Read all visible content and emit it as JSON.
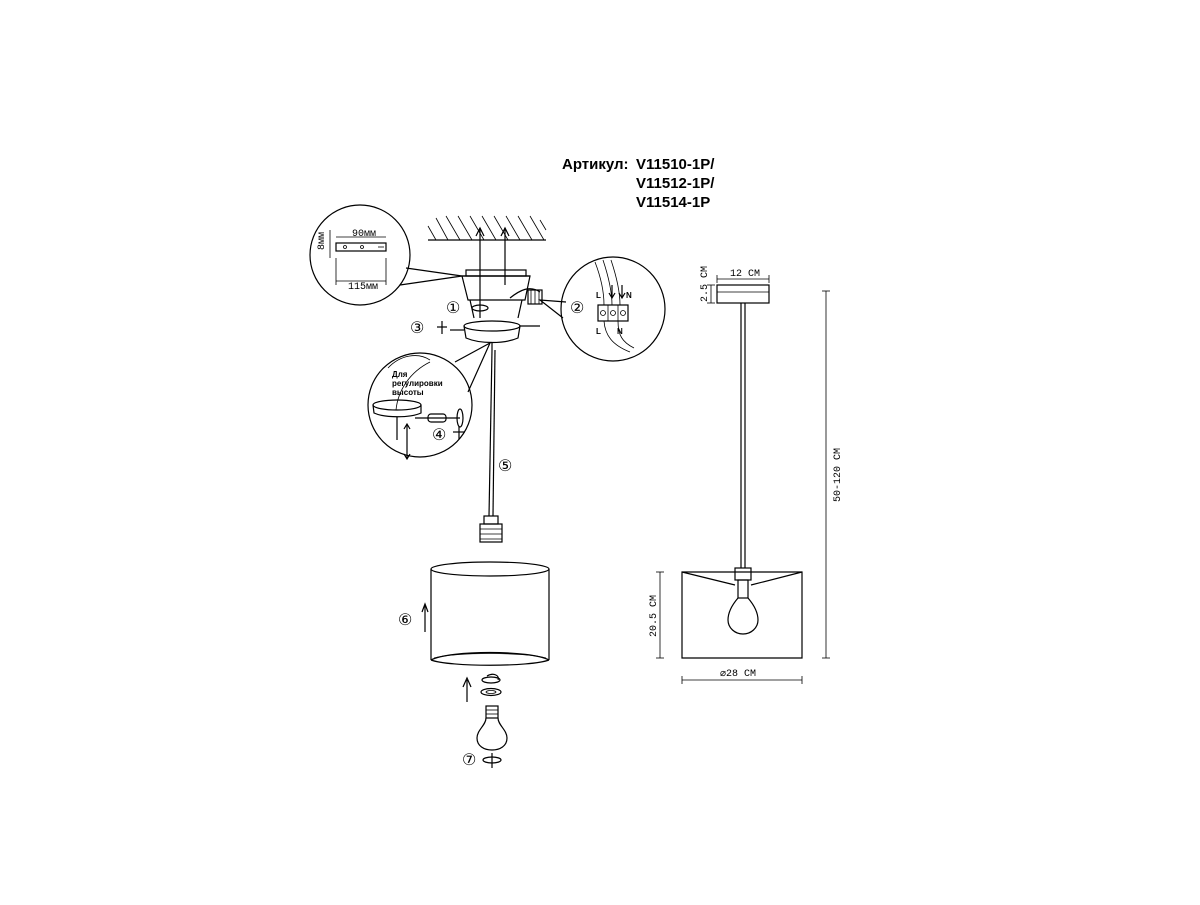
{
  "article": {
    "label": "Артикул:",
    "codes": [
      "V11510-1P/",
      "V11512-1P/",
      "V11514-1P"
    ]
  },
  "steps": [
    "①",
    "②",
    "③",
    "④",
    "⑤",
    "⑥",
    "⑦"
  ],
  "callout_mount": {
    "width_label": "90мм",
    "height_label": "8мм",
    "total_label": "115мм"
  },
  "callout_wiring": {
    "top_left": "L",
    "top_right": "N",
    "bottom_left": "L",
    "bottom_right": "N"
  },
  "callout_height": {
    "note_line1": "Для",
    "note_line2": "регулировки",
    "note_line3": "высоты"
  },
  "dimensions": {
    "canopy_height": "2.5 CM",
    "canopy_width": "12 CM",
    "total_height": "50-120 CM",
    "shade_height": "20.5 CM",
    "shade_diameter": "⌀28 CM"
  }
}
